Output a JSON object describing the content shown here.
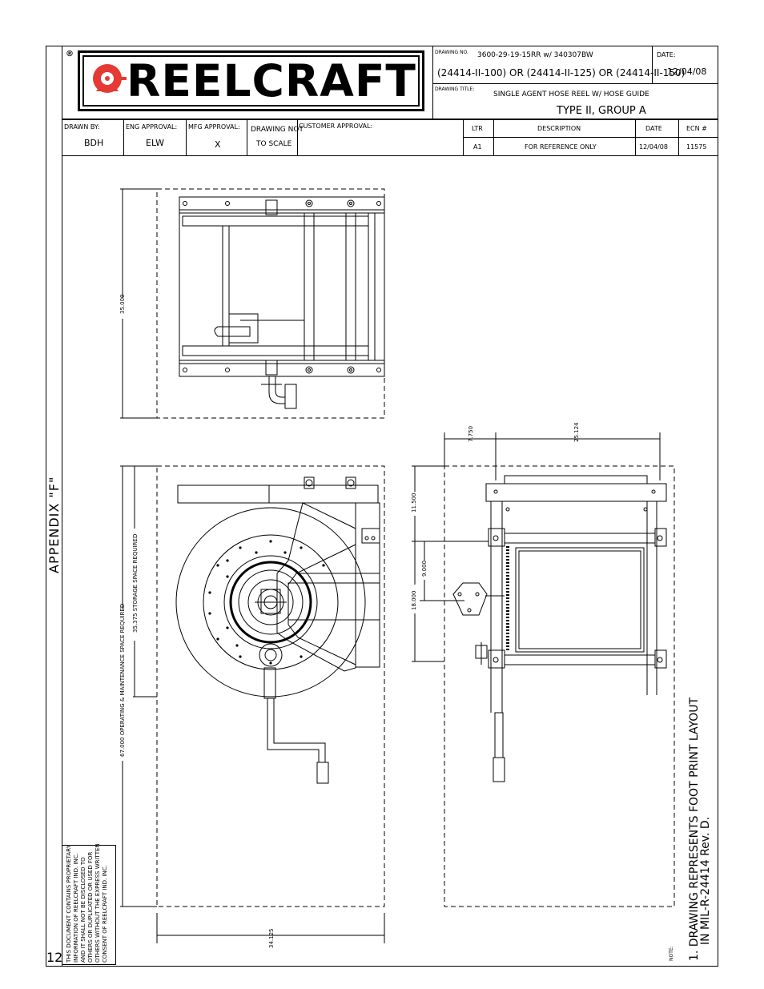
{
  "sheet": {
    "page_number": "12",
    "side_heading": "APPENDIX \"F\"",
    "proprietary_notice": [
      "THIS DOCUMENT CONTAINS PROPRIETARY",
      "INFORMATION OF REELCRAFT IND. INC.",
      "AND IT SHALL NOT BE DISCLOSED TO",
      "OTHERS OR DUPLICATED OR USED FOR",
      "OTHERS WITHOUT THE EXPRESS WRITTEN",
      "CONSENT OF REELCRAFT IND. INC."
    ]
  },
  "title_block": {
    "brand": "REELCRAFT",
    "registered_mark": "®",
    "drawing_no_label": "DRAWING NO.",
    "drawing_no": "3600-29-19-15RR w/ 340307BW",
    "date_label": "DATE:",
    "date": "12/04/08",
    "part_numbers": "(24414-II-100) OR (24414-II-125) OR (24414-II-150)",
    "drawing_title_label": "DRAWING TITLE:",
    "drawing_title": "SINGLE AGENT HOSE REEL W/ HOSE GUIDE",
    "drawing_subtitle": "TYPE II, GROUP A",
    "drawn_by_label": "DRAWN BY:",
    "drawn_by": "BDH",
    "eng_approval_label": "ENG APPROVAL:",
    "eng_approval": "ELW",
    "mfg_approval_label": "MFG APPROVAL:",
    "mfg_approval": "X",
    "scale_note_1": "DRAWING NOT",
    "scale_note_2": "TO SCALE",
    "customer_approval_label": "CUSTOMER APPROVAL:",
    "revision_headers": {
      "ltr": "LTR",
      "description": "DESCRIPTION",
      "date": "DATE",
      "ecn": "ECN #"
    },
    "revision": {
      "ltr": "A1",
      "description": "FOR REFERENCE ONLY",
      "date": "12/04/08",
      "ecn": "11575"
    }
  },
  "dimensions": {
    "top_view_depth": "35.000",
    "front_storage": "35.375   STORAGE SPACE REQUIRED",
    "front_operating": "67.000   OPERATING & MAINTENANCE SPACE REQUIRED",
    "front_width": "34.125",
    "side_top": "11.500",
    "side_mid": "9.000",
    "side_low": "18.000",
    "side_offset": "7.750",
    "side_width": "25.124"
  },
  "notes": {
    "note_label": "NOTE:",
    "note_1": "1.  DRAWING REPRESENTS FOOT PRINT LAYOUT",
    "note_1b": "IN MIL-R-24414 Rev. D."
  }
}
